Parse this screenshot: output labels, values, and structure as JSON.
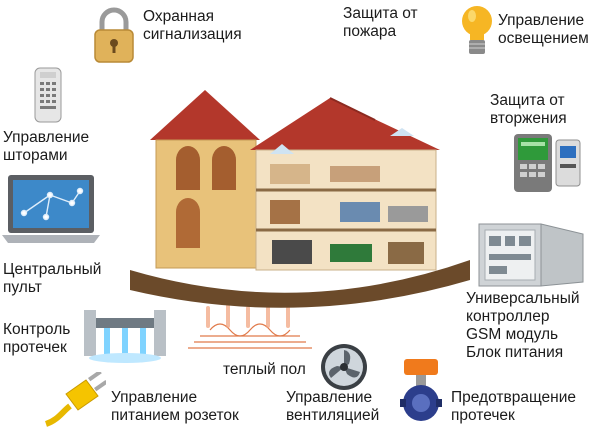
{
  "labels": {
    "security": "Охранная\nсигнализация",
    "fire": "Защита от\nпожара",
    "lighting": "Управление\nосвещением",
    "curtains": "Управление\nшторами",
    "intrusion": "Защита от\nвторжения",
    "central": "Центральный\nпульт",
    "controller": "Универсальный\nконтроллер\nGSM модуль\nБлок питания",
    "leak_control": "Контроль\nпротечек",
    "floor": "теплый пол",
    "sockets": "Управление\nпитанием розеток",
    "ventilation": "Управление\nвентиляцией",
    "leak_prevent": "Предотвращение\nпротечек"
  },
  "colors": {
    "wall": "#e8c27a",
    "roof": "#b3372b",
    "ground": "#6b4a2a",
    "bulb": "#f6b624",
    "lock": "#e0b25a"
  },
  "icons": [
    "lock-icon",
    "bulb-icon",
    "remote-icon",
    "laptop-icon",
    "terminal-icon",
    "controller-box-icon",
    "leak-sensor-icon",
    "heating-floor-icon",
    "plug-icon",
    "fan-icon",
    "valve-icon"
  ]
}
